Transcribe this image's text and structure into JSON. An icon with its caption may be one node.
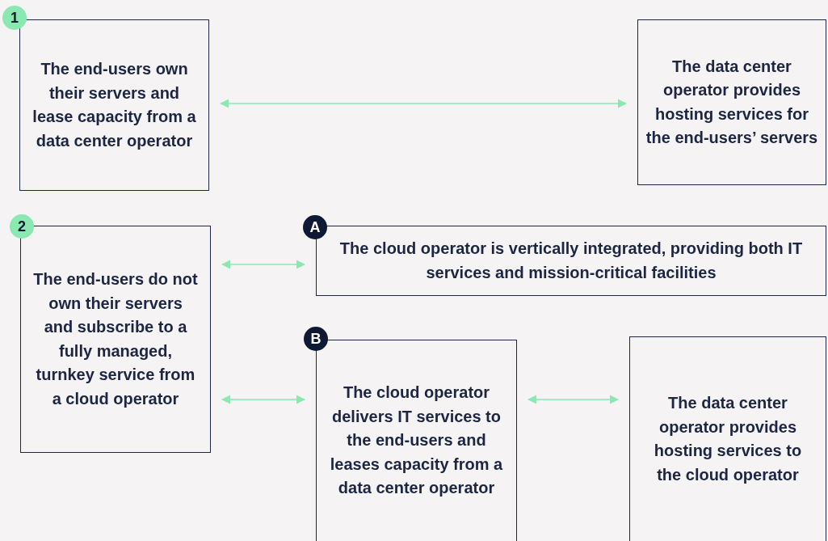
{
  "diagram": {
    "nodes": [
      {
        "text": [
          "1"
        ]
      },
      {
        "text": [
          "The end-users own their servers and lease capacity from a data center operator"
        ]
      },
      {
        "text": [
          "The data center operator provides hosting services for the end-users’ servers"
        ]
      },
      {
        "text": [
          "2"
        ]
      },
      {
        "text": [
          "The end-users do not own their servers and subscribe to a fully managed, turnkey service from a cloud operator"
        ]
      },
      {
        "text": [
          "A"
        ]
      },
      {
        "text": [
          "The cloud operator is vertically integrated, providing both IT services and mission-critical facilities"
        ]
      },
      {
        "text": [
          "B"
        ]
      },
      {
        "text": [
          "The cloud operator delivers IT services to the end-users and leases capacity from a data center operator"
        ]
      },
      {
        "text": [
          "The data center operator provides hosting services to the cloud operator"
        ]
      }
    ],
    "edges": [
      {
        "from": 1,
        "to": 2,
        "arrow": "both"
      },
      {
        "from": 4,
        "to": 6,
        "arrow": "both"
      },
      {
        "from": 4,
        "to": 8,
        "arrow": "both"
      },
      {
        "from": 8,
        "to": 9,
        "arrow": "both"
      }
    ]
  }
}
